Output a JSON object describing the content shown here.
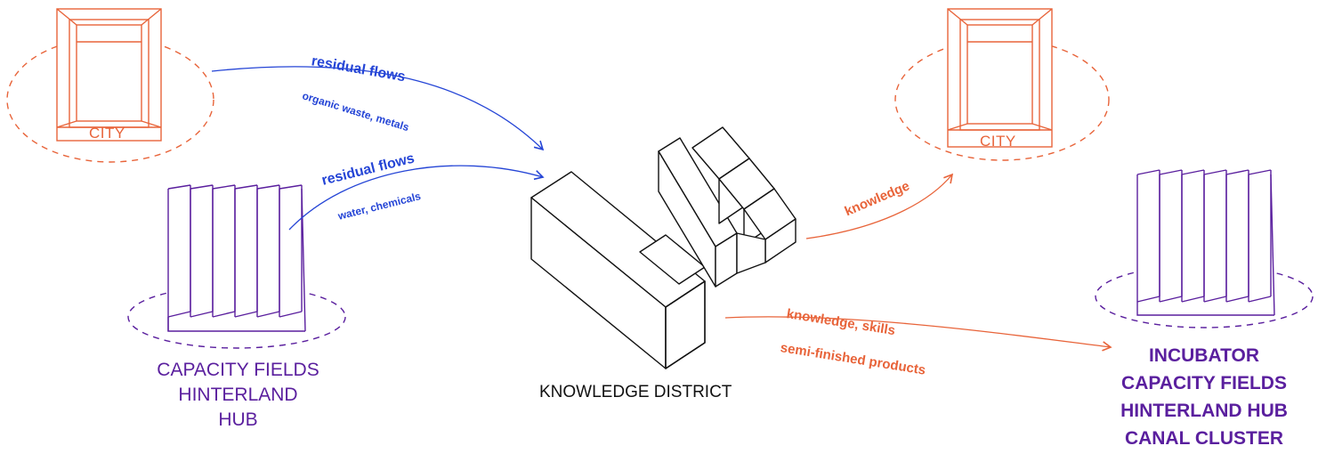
{
  "colors": {
    "city": "#e8643a",
    "capacity": "#5a1f9e",
    "input_flow": "#2545d6",
    "output_flow": "#e8643a",
    "building": "#111111"
  },
  "nodes": {
    "city_left": {
      "label": "CITY"
    },
    "city_right": {
      "label": "CITY"
    },
    "capacity_fields": {
      "lines": [
        "CAPACITY FIELDS",
        "HINTERLAND",
        "HUB"
      ]
    },
    "knowledge_district": {
      "label": "KNOWLEDGE DISTRICT"
    },
    "incubator": {
      "lines": [
        "INCUBATOR",
        "CAPACITY FIELDS",
        "HINTERLAND HUB",
        "CANAL CLUSTER"
      ]
    }
  },
  "flows": {
    "city_in": {
      "title": "residual flows",
      "detail": "organic waste, metals"
    },
    "hub_in": {
      "title": "residual flows",
      "detail": "water, chemicals"
    },
    "to_city": {
      "title": "knowledge"
    },
    "to_incubator": {
      "title": "knowledge, skills",
      "detail": "semi-finished products"
    }
  }
}
